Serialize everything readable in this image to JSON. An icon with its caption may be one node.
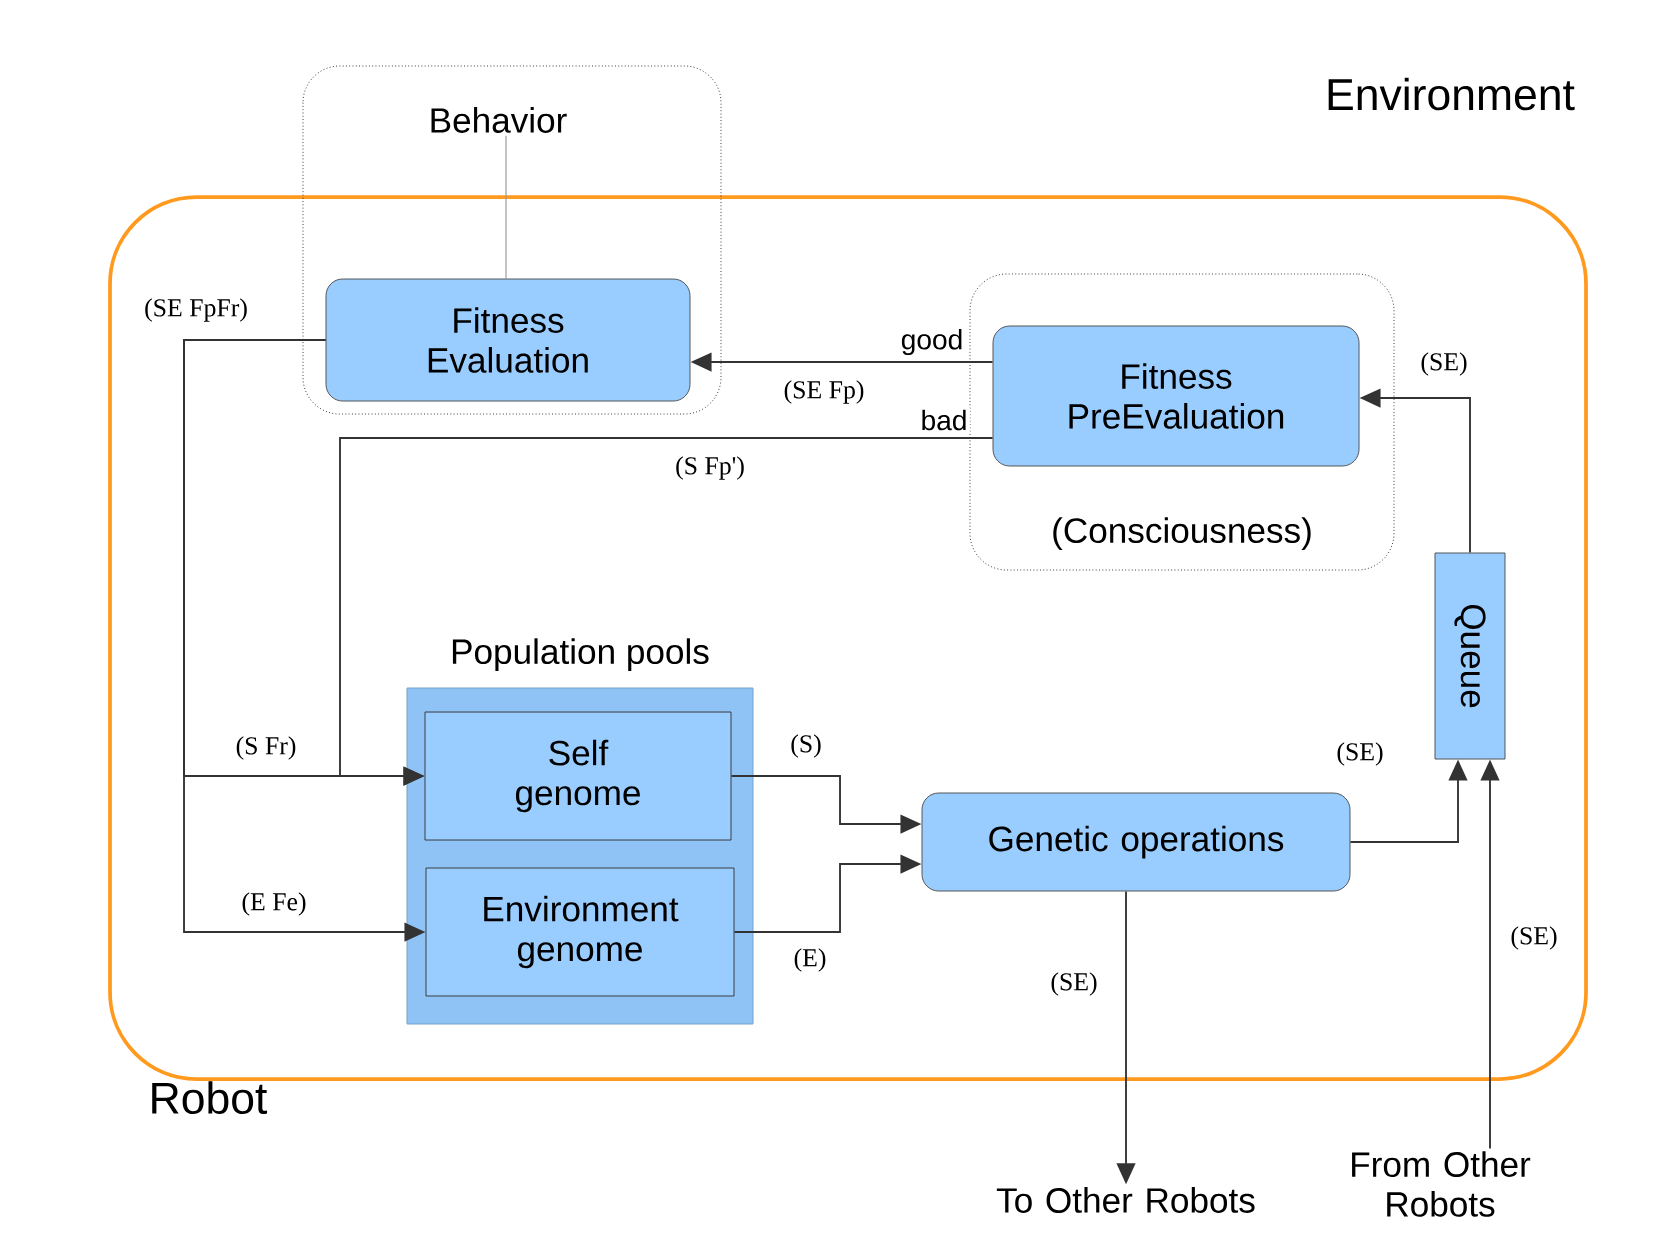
{
  "diagram": {
    "nodes": [
      {
        "text": [
          "Robot"
        ]
      },
      {
        "text": [
          "Behavior"
        ]
      },
      {
        "text": [
          "Fitness Evaluation"
        ],
        "in": 0
      },
      {
        "text": [
          "(Consciousness)"
        ],
        "in": 0
      },
      {
        "text": [
          "Fitness PreEvaluation"
        ],
        "in": 3
      },
      {
        "text": [
          "Population pools"
        ],
        "in": 0
      },
      {
        "text": [
          "Self genome"
        ],
        "in": 5
      },
      {
        "text": [
          "Environment genome"
        ],
        "in": 5
      },
      {
        "text": [
          "Genetic operations"
        ],
        "in": 0
      },
      {
        "text": [
          "Queue"
        ],
        "in": 0
      },
      {
        "text": [
          "To Other Robots"
        ]
      },
      {
        "text": [
          "From Other Robots"
        ]
      }
    ],
    "edges": [
      {
        "from": 4,
        "to": 2,
        "arrow": "to",
        "label": "good"
      },
      {
        "from": 4,
        "to": 6,
        "arrow": "to",
        "label": "bad"
      },
      {
        "from": 2,
        "to": 6,
        "arrow": "to",
        "label": "(S Fr)"
      },
      {
        "from": 2,
        "to": 7,
        "arrow": "to",
        "label": "(E Fe)"
      },
      {
        "from": 6,
        "to": 8,
        "arrow": "to",
        "label": "(S)"
      },
      {
        "from": 7,
        "to": 8,
        "arrow": "to",
        "label": "(E)"
      },
      {
        "from": 8,
        "to": 9,
        "arrow": "to",
        "label": "(SE)"
      },
      {
        "from": 8,
        "to": 10,
        "arrow": "to",
        "label": "(SE)"
      },
      {
        "from": 11,
        "to": 9,
        "arrow": "to",
        "label": "(SE)"
      },
      {
        "from": 9,
        "to": 4,
        "arrow": "to",
        "label": "(SE)"
      },
      {
        "from": 1,
        "to": 2,
        "arrow": "none",
        "color": "#999999"
      }
    ],
    "labels": [
      "Environment",
      "(SE FpFr)",
      "(SE Fp)",
      "(S Fp')"
    ]
  }
}
